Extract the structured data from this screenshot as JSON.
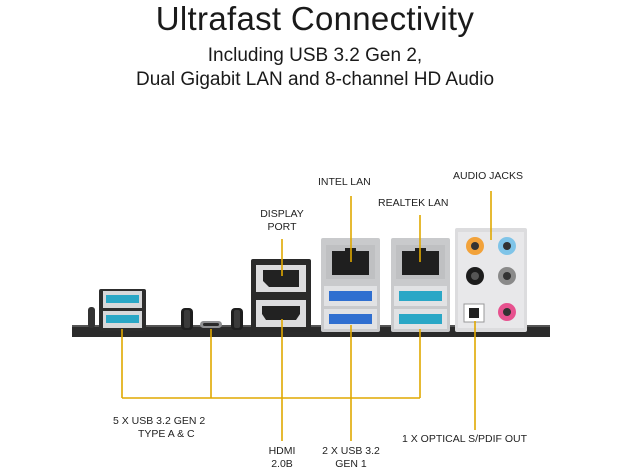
{
  "title": "Ultrafast Connectivity",
  "subtitle_line1": "Including USB 3.2 Gen 2,",
  "subtitle_line2": "Dual Gigabit LAN and 8-channel HD Audio",
  "labels": {
    "intel_lan": "INTEL LAN",
    "audio_jacks": "AUDIO JACKS",
    "display_port_1": "DISPLAY",
    "display_port_2": "PORT",
    "realtek_lan": "REALTEK LAN",
    "usb_gen2_1": "5 X USB 3.2 GEN 2",
    "usb_gen2_2": "TYPE A & C",
    "hdmi_1": "HDMI",
    "hdmi_2": "2.0B",
    "usb_gen1_1": "2 X USB 3.2",
    "usb_gen1_2": "GEN 1",
    "optical": "1 X OPTICAL S/PDIF OUT"
  },
  "colors": {
    "leader_line": "#e0a800",
    "usb_gen2_blue": "#2aa7c6",
    "usb_gen1_blue": "#2f6fd0",
    "port_metal": "#d9dadc",
    "board": "#2b2b2b",
    "audio_orange": "#f2a23a",
    "audio_lightblue": "#7fc4e8",
    "audio_lime": "#a8c84a",
    "audio_pink": "#e7528f",
    "audio_black": "#1c1c1c",
    "audio_gray": "#8a8a8a"
  }
}
